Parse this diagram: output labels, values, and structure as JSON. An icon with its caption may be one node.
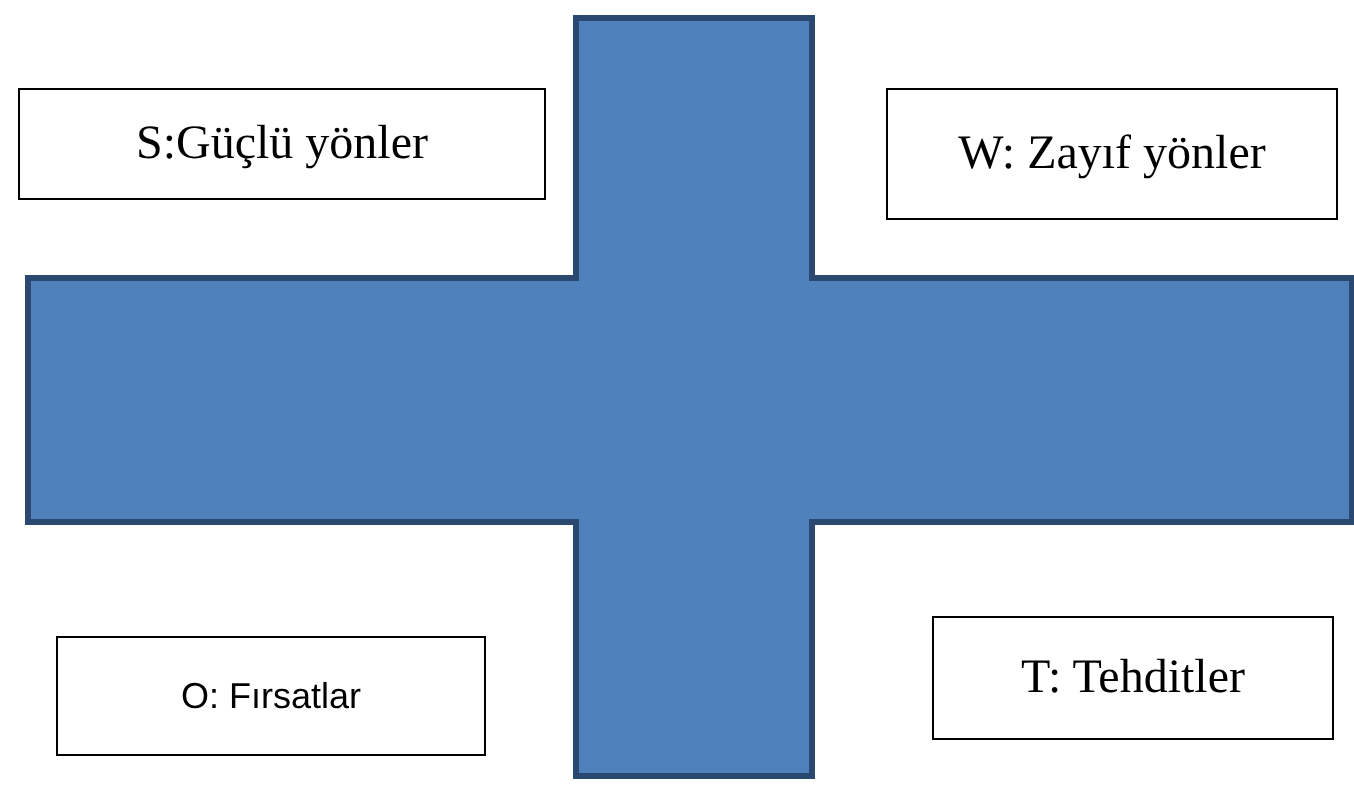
{
  "diagram": {
    "nodes": [
      {
        "text": [
          "S:Güçlü yönler"
        ]
      },
      {
        "text": [
          "W: Zayıf yönler"
        ]
      },
      {
        "text": [
          "O: Fırsatlar"
        ]
      },
      {
        "text": [
          "T: Tehditler"
        ]
      }
    ]
  }
}
